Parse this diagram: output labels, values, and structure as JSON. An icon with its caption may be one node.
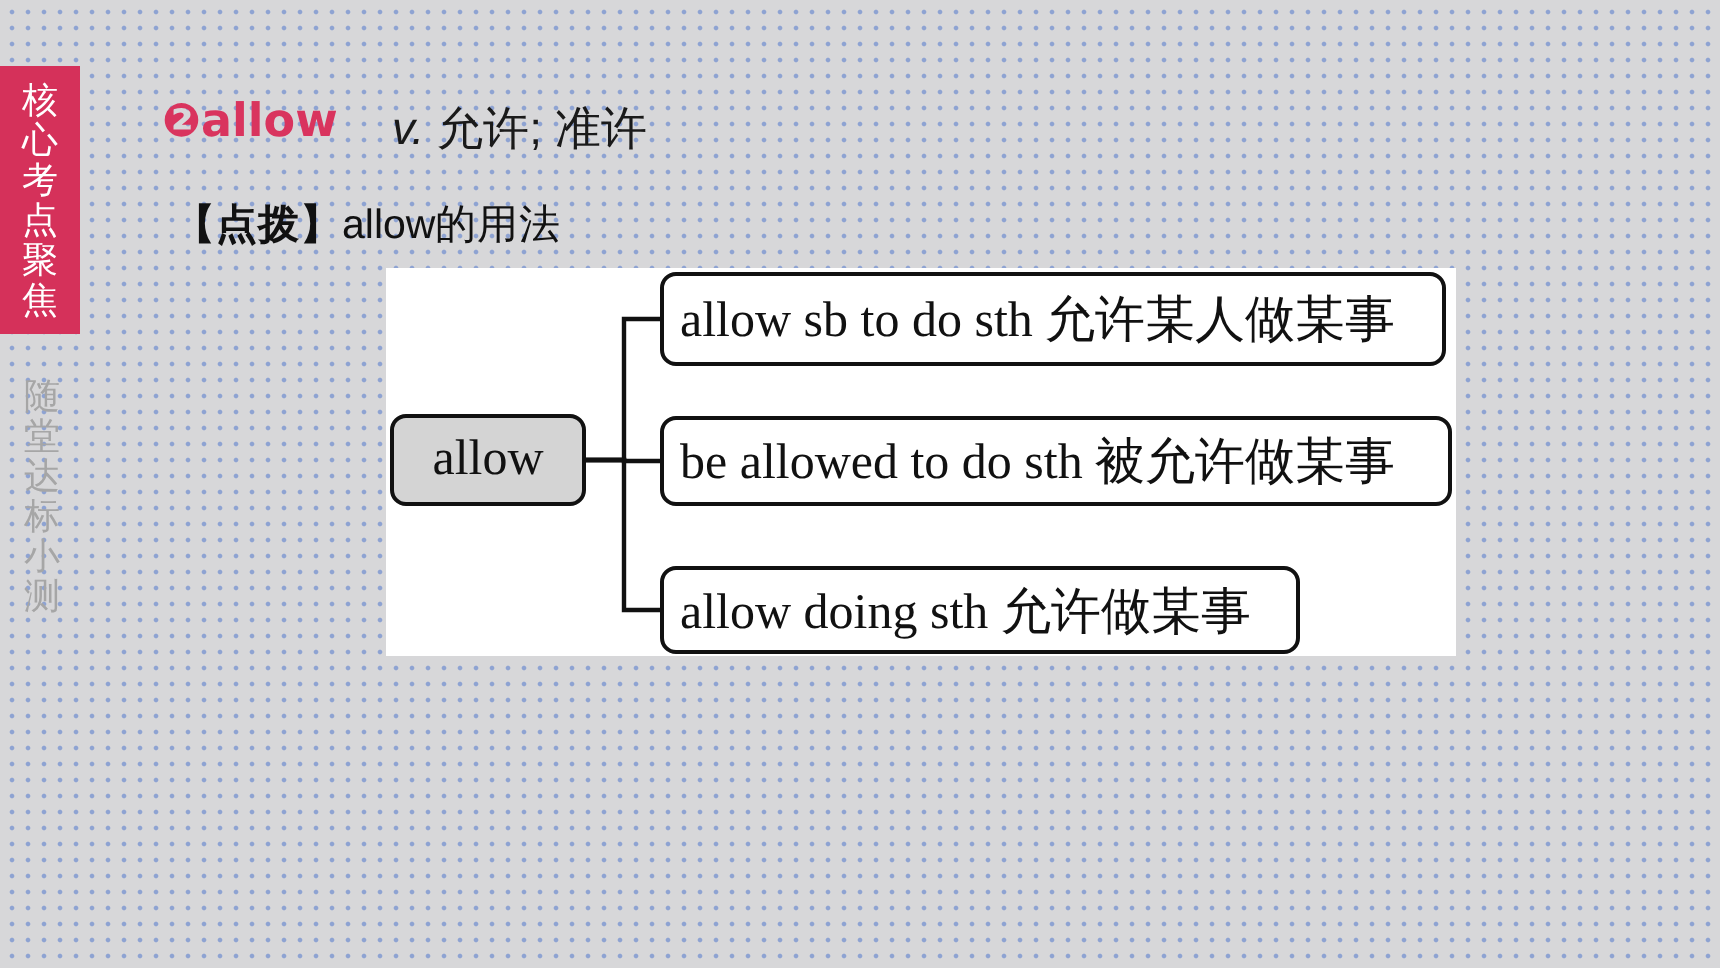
{
  "diagram": {
    "nodes": [
      {
        "text": [
          "核心考点聚焦"
        ]
      },
      {
        "text": [
          "allow"
        ]
      },
      {
        "text": [
          "allow sb to do sth 允许某人做某事"
        ]
      },
      {
        "text": [
          "be allowed to do sth 被允许做某事"
        ]
      },
      {
        "text": [
          "allow doing sth 允许做某事"
        ]
      }
    ],
    "edges": [
      {
        "from": 1,
        "to": 2,
        "arrow": "none"
      },
      {
        "from": 1,
        "to": 3,
        "arrow": "none"
      },
      {
        "from": 1,
        "to": 4,
        "arrow": "none"
      }
    ],
    "labels": [
      "随堂达标小测",
      "❷allow",
      "*v.* 允许; 准许",
      "**【点拨】**allow的用法"
    ]
  }
}
